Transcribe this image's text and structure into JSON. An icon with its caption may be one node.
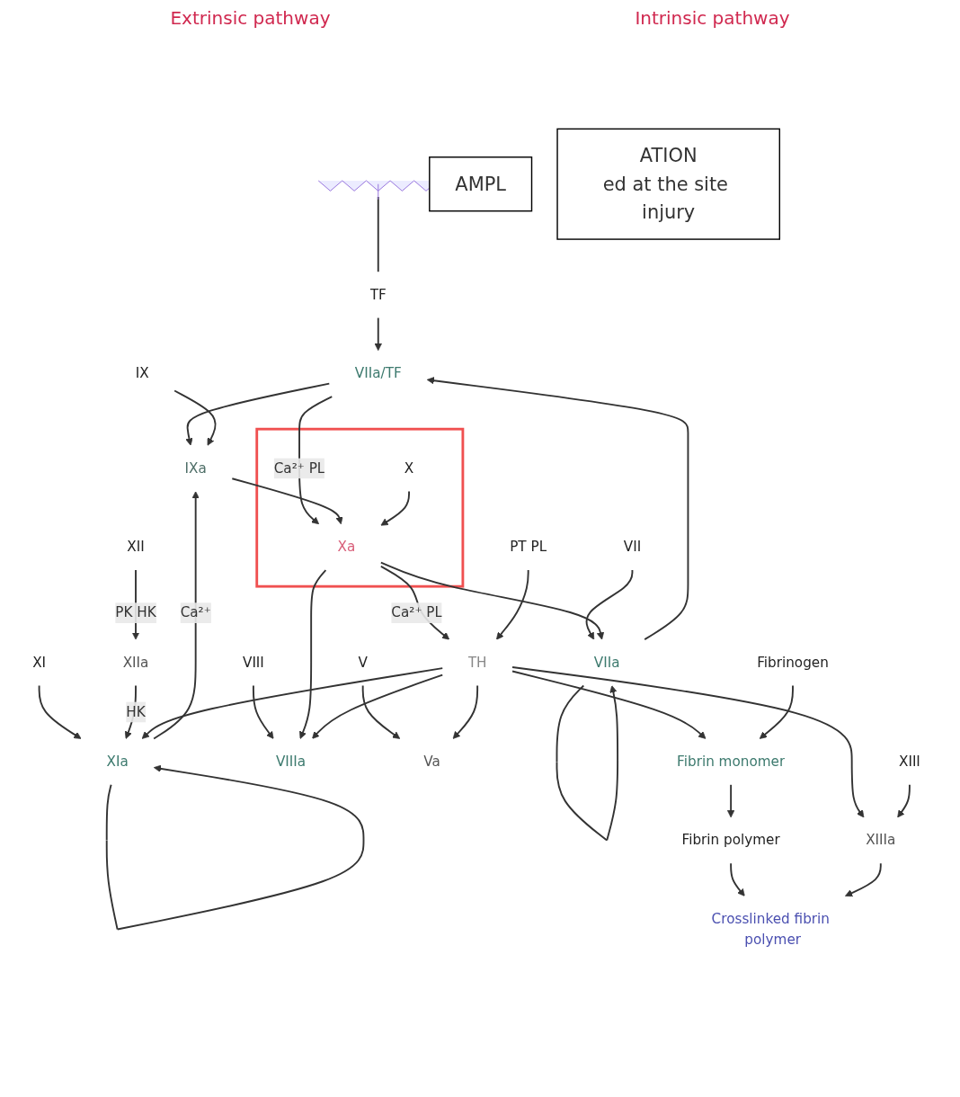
{
  "diagram": {
    "nodes": [
      {
        "text": [],
        "shape": "picture"
      },
      {
        "text": [
          "TF"
        ]
      },
      {
        "text": [
          "VII"
        ]
      },
      {
        "text": [
          "VIIa"
        ]
      },
      {
        "text": [
          "VIIa/TF"
        ]
      },
      {
        "text": [
          "IX"
        ]
      },
      {
        "text": [
          "IXa"
        ]
      },
      {
        "text": [
          "XI"
        ]
      },
      {
        "text": [
          "XIa"
        ]
      },
      {
        "text": [
          "XII"
        ]
      },
      {
        "text": [
          "XIIa"
        ]
      },
      {
        "text": [],
        "shape": "box"
      },
      {
        "text": [
          "X"
        ],
        "in": 11
      },
      {
        "text": [
          "Xa"
        ],
        "in": 11
      },
      {
        "text": [
          "VIIIa"
        ]
      },
      {
        "text": [
          "VIII"
        ]
      },
      {
        "text": [
          "Va"
        ]
      },
      {
        "text": [
          "V"
        ]
      },
      {
        "text": [
          "PT PL"
        ]
      },
      {
        "text": [
          "TH"
        ]
      },
      {
        "text": [
          "Fibrinogen"
        ]
      },
      {
        "text": [
          "Fibrin monomer"
        ]
      },
      {
        "text": [
          "Fibrin polymer"
        ]
      },
      {
        "text": [
          "XIIIa"
        ]
      },
      {
        "text": [
          "XIII"
        ]
      },
      {
        "text": [
          "Crosslinked fibrin polymer"
        ]
      },
      {
        "text": [
          "AMPL"
        ]
      },
      {
        "text": [
          "ATION",
          "ed at the site injury"
        ]
      }
    ],
    "edges": [
      {
        "from": 0,
        "to": 1,
        "arrow": "none"
      },
      {
        "from": 2,
        "to": 3,
        "arrow": "to"
      },
      {
        "from": 1,
        "to": 4,
        "arrow": "to"
      },
      {
        "from": 3,
        "to": 4,
        "arrow": "to"
      },
      {
        "from": 3,
        "to": 3,
        "arrow": "to"
      },
      {
        "from": 13,
        "to": 3,
        "arrow": "to"
      },
      {
        "from": 4,
        "to": 6,
        "arrow": "to"
      },
      {
        "from": 8,
        "to": 6,
        "arrow": "to",
        "label": "Ca²⁺"
      },
      {
        "from": 5,
        "to": 6,
        "arrow": "to"
      },
      {
        "from": 7,
        "to": 8,
        "arrow": "to"
      },
      {
        "from": 9,
        "to": 10,
        "arrow": "to",
        "label": "PK HK"
      },
      {
        "from": 10,
        "to": 8,
        "arrow": "to",
        "label": "HK"
      },
      {
        "from": 19,
        "to": 8,
        "arrow": "to"
      },
      {
        "from": 8,
        "to": 8,
        "arrow": "to"
      },
      {
        "from": 4,
        "to": 13,
        "arrow": "to",
        "label": "Ca²⁺ PL"
      },
      {
        "from": 6,
        "to": 13,
        "arrow": "to"
      },
      {
        "from": 12,
        "to": 13,
        "arrow": "to"
      },
      {
        "from": 15,
        "to": 14,
        "arrow": "to"
      },
      {
        "from": 13,
        "to": 14,
        "arrow": "to"
      },
      {
        "from": 19,
        "to": 14,
        "arrow": "to"
      },
      {
        "from": 17,
        "to": 16,
        "arrow": "to"
      },
      {
        "from": 19,
        "to": 16,
        "arrow": "to"
      },
      {
        "from": 13,
        "to": 19,
        "arrow": "to",
        "label": "Ca²⁺ PL"
      },
      {
        "from": 18,
        "to": 19,
        "arrow": "to"
      },
      {
        "from": 19,
        "to": 21,
        "arrow": "to"
      },
      {
        "from": 20,
        "to": 21,
        "arrow": "to"
      },
      {
        "from": 21,
        "to": 22,
        "arrow": "to"
      },
      {
        "from": 22,
        "to": 25,
        "arrow": "to"
      },
      {
        "from": 19,
        "to": 23,
        "arrow": "to"
      },
      {
        "from": 24,
        "to": 23,
        "arrow": "to"
      },
      {
        "from": 23,
        "to": 25,
        "arrow": "to"
      }
    ],
    "labels": [
      "Extrinsic pathway",
      "Intrinsic pathway"
    ]
  }
}
